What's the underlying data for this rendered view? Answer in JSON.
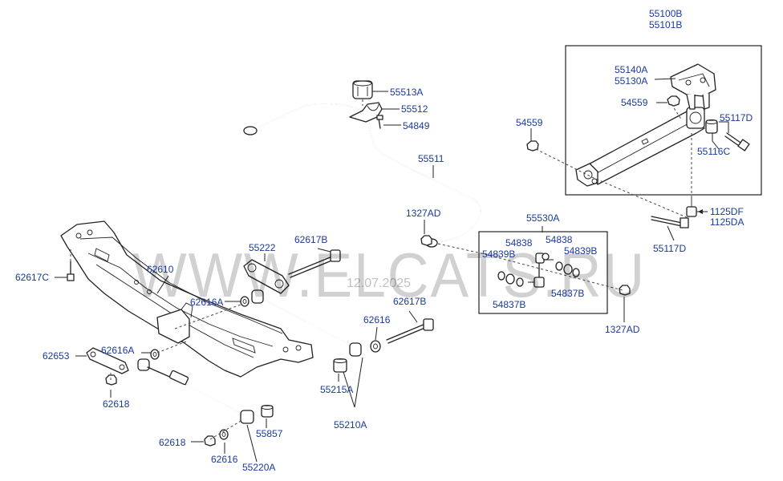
{
  "watermark": {
    "text": "WWW.ELCATS.RU",
    "date": "12.07.2025"
  },
  "labels": {
    "p55100B": "55100B",
    "p55101B": "55101B",
    "p55140A": "55140A",
    "p55130A": "55130A",
    "p54559a": "54559",
    "p54559b": "54559",
    "p55117Da": "55117D",
    "p55116C": "55116C",
    "p1125DF": "1125DF",
    "p1125DA": "1125DA",
    "p55117Db": "55117D",
    "p55513A": "55513A",
    "p55512": "55512",
    "p54849": "54849",
    "p55511": "55511",
    "p1327ADa": "1327AD",
    "p1327ADb": "1327AD",
    "p55530A": "55530A",
    "p54838a": "54838",
    "p54838b": "54838",
    "p54839Ba": "54839B",
    "p54839Bb": "54839B",
    "p54837Ba": "54837B",
    "p54837Bb": "54837B",
    "p55222": "55222",
    "p62617Ba": "62617B",
    "p62617Bb": "62617B",
    "p62617C": "62617C",
    "p62610": "62610",
    "p62616Aa": "62616A",
    "p62616Ab": "62616A",
    "p62616a": "62616",
    "p62616b": "62616",
    "p62653": "62653",
    "p62618a": "62618",
    "p62618b": "62618",
    "p55215A": "55215A",
    "p55210A": "55210A",
    "p55857": "55857",
    "p55220A": "55220A"
  }
}
